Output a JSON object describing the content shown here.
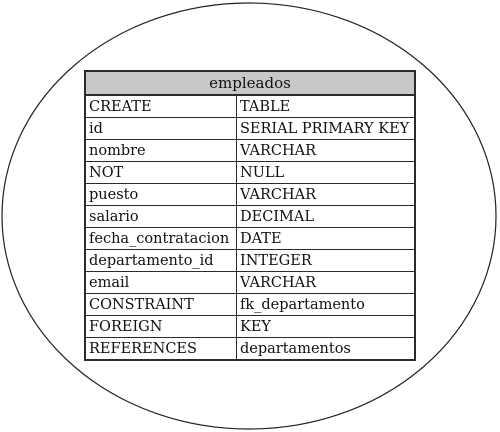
{
  "entity": {
    "name": "empleados",
    "rows": [
      [
        "CREATE",
        "TABLE"
      ],
      [
        "id",
        "SERIAL PRIMARY KEY"
      ],
      [
        "nombre",
        "VARCHAR"
      ],
      [
        "NOT",
        "NULL"
      ],
      [
        "puesto",
        "VARCHAR"
      ],
      [
        "salario",
        "DECIMAL"
      ],
      [
        "fecha_contratacion",
        "DATE"
      ],
      [
        "departamento_id",
        "INTEGER"
      ],
      [
        "email",
        "VARCHAR"
      ],
      [
        "CONSTRAINT",
        "fk_departamento"
      ],
      [
        "FOREIGN",
        "KEY"
      ],
      [
        "REFERENCES",
        "departamentos"
      ]
    ]
  },
  "colors": {
    "header_bg": "#c8c8c8",
    "border": "#2b2b2b",
    "background": "#ffffff"
  }
}
